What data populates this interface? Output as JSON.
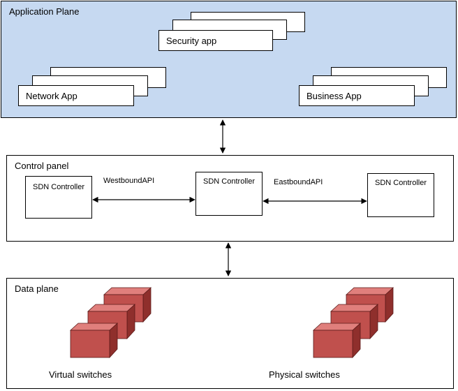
{
  "application_plane": {
    "title": "Application Plane",
    "apps": {
      "security": "Security app",
      "network": "Network App",
      "business": "Business App"
    }
  },
  "control_plane": {
    "title": "Control panel",
    "controllers": {
      "left": "SDN Controller",
      "center": "SDN Controller",
      "right": "SDN Controller"
    },
    "westbound_label": "WestboundAPI",
    "eastbound_label": "EastboundAPI"
  },
  "data_plane": {
    "title": "Data plane",
    "virtual_label": "Virtual switches",
    "physical_label": "Physical switches"
  },
  "colors": {
    "application_plane_bg": "#c6d9f1",
    "switch_front": "#c0504d",
    "switch_top": "#e07f7c",
    "switch_side": "#8f2f2c"
  }
}
